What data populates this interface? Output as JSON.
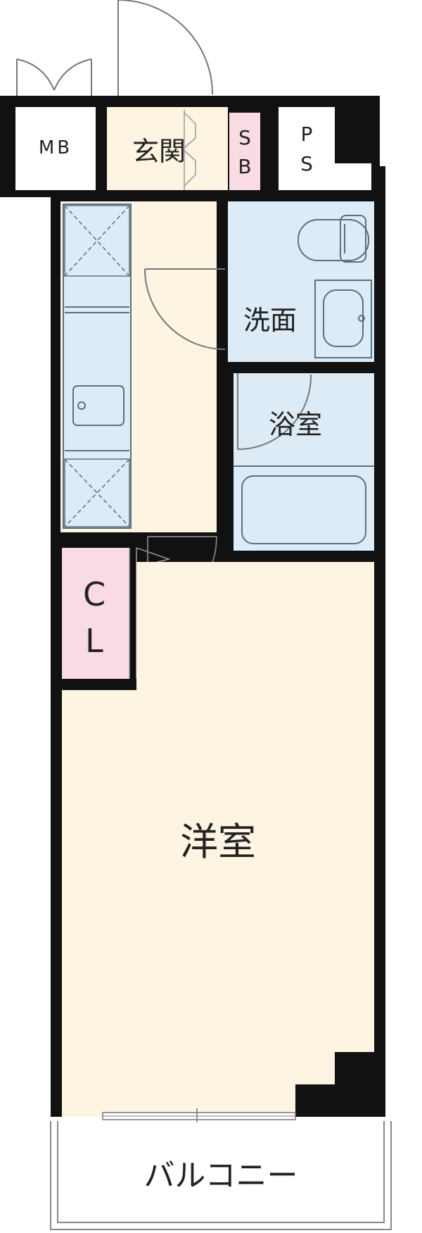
{
  "rooms": {
    "mb": "MB",
    "entrance": "玄関",
    "sb": [
      "S",
      "B"
    ],
    "ps": [
      "P",
      "S"
    ],
    "washroom": "洗面",
    "bathroom": "浴室",
    "closet": [
      "C",
      "L"
    ],
    "western_room": "洋室",
    "balcony": "バルコニー"
  },
  "colors": {
    "wall": "#111111",
    "room_floor": "#fdf4e1",
    "wet_area": "#dcebf6",
    "closet": "#f9dbe3",
    "fixture_line": "#5a7180",
    "balcony_line": "#888888"
  }
}
